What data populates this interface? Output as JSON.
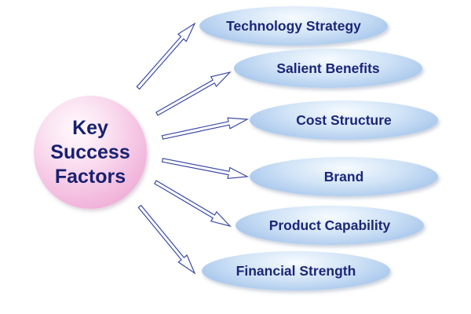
{
  "hub": {
    "label": "Key\nSuccess\nFactors"
  },
  "factors": [
    {
      "label": "Technology Strategy"
    },
    {
      "label": "Salient Benefits"
    },
    {
      "label": "Cost Structure"
    },
    {
      "label": "Brand"
    },
    {
      "label": "Product Capability"
    },
    {
      "label": "Financial Strength"
    }
  ],
  "colors": {
    "hub_fill": "#f2b6dc",
    "factor_fill": "#a8c7ec",
    "text": "#1c2678",
    "arrow_stroke": "#3b4aa6",
    "arrow_fill": "#ffffff"
  }
}
